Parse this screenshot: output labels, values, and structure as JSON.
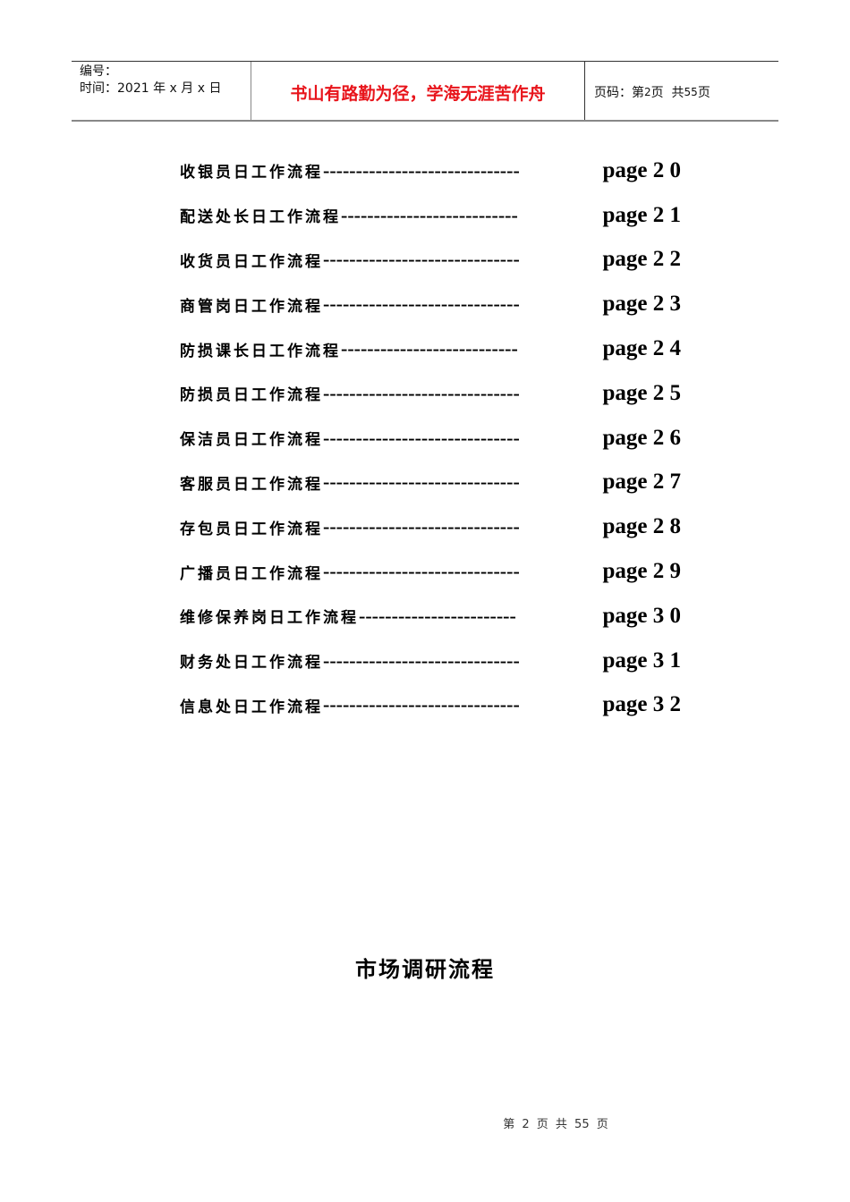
{
  "header": {
    "number_label": "编号：",
    "time_label": "时间：2021 年 x 月 x 日",
    "motto": "书山有路勤为径，学海无涯苦作舟",
    "page_info_prefix": "页码：第",
    "current_page": "2",
    "page_info_mid": "页  共",
    "total_pages": "55",
    "page_info_suffix": "页"
  },
  "toc": [
    {
      "title": "收银员日工作流程",
      "dots": "------------------------------",
      "page": "page 2 0"
    },
    {
      "title": "配送处长日工作流程",
      "dots": "---------------------------",
      "page": "page 2 1"
    },
    {
      "title": "收货员日工作流程",
      "dots": "------------------------------",
      "page": "page 2 2"
    },
    {
      "title": "商管岗日工作流程",
      "dots": "------------------------------",
      "page": "page 2 3"
    },
    {
      "title": "防损课长日工作流程",
      "dots": "---------------------------",
      "page": "page 2 4"
    },
    {
      "title": "防损员日工作流程",
      "dots": "------------------------------",
      "page": "page 2 5"
    },
    {
      "title": "保洁员日工作流程",
      "dots": "------------------------------",
      "page": "page 2 6"
    },
    {
      "title": "客服员日工作流程",
      "dots": "------------------------------",
      "page": "page 2 7"
    },
    {
      "title": "存包员日工作流程",
      "dots": "------------------------------",
      "page": "page 2 8"
    },
    {
      "title": "广播员日工作流程",
      "dots": "------------------------------",
      "page": "page 2 9"
    },
    {
      "title": "维修保养岗日工作流程",
      "dots": "------------------------",
      "page": "page 3 0"
    },
    {
      "title": "财务处日工作流程",
      "dots": "------------------------------",
      "page": "page 3 1"
    },
    {
      "title": "信息处日工作流程",
      "dots": "------------------------------",
      "page": "page 3 2"
    }
  ],
  "section_title": "市场调研流程",
  "footer": {
    "text": "第 2 页 共 55 页"
  }
}
